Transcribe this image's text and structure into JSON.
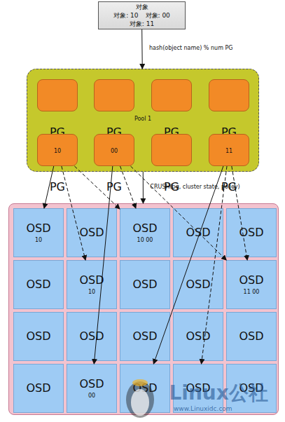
{
  "diagram": {
    "nodes": [
      {
        "text": [
          "对象",
          "对象: 10",
          "对象: 00",
          "对象: 11"
        ]
      },
      {
        "text": [
          "Pool 1"
        ]
      },
      {
        "text": [
          "PG"
        ],
        "in": 1
      },
      {
        "text": [
          "PG"
        ],
        "in": 1
      },
      {
        "text": [
          "PG"
        ],
        "in": 1
      },
      {
        "text": [
          "PG"
        ],
        "in": 1
      },
      {
        "text": [
          "PG",
          "10"
        ],
        "in": 1
      },
      {
        "text": [
          "PG",
          "00"
        ],
        "in": 1
      },
      {
        "text": [
          "PG"
        ],
        "in": 1
      },
      {
        "text": [
          "PG",
          "11"
        ],
        "in": 1
      },
      {
        "text": []
      },
      {
        "text": [
          "OSD",
          "10"
        ],
        "in": 10
      },
      {
        "text": [
          "OSD"
        ],
        "in": 10
      },
      {
        "text": [
          "OSD",
          "10 00"
        ],
        "in": 10
      },
      {
        "text": [
          "OSD"
        ],
        "in": 10
      },
      {
        "text": [
          "OSD"
        ],
        "in": 10
      },
      {
        "text": [
          "OSD"
        ],
        "in": 10
      },
      {
        "text": [
          "OSD",
          "10"
        ],
        "in": 10
      },
      {
        "text": [
          "OSD"
        ],
        "in": 10
      },
      {
        "text": [
          "OSD"
        ],
        "in": 10
      },
      {
        "text": [
          "OSD",
          "11 00"
        ],
        "in": 10
      },
      {
        "text": [
          "OSD"
        ],
        "in": 10
      },
      {
        "text": [
          "OSD"
        ],
        "in": 10
      },
      {
        "text": [
          "OSD"
        ],
        "in": 10
      },
      {
        "text": [
          "OSD"
        ],
        "in": 10
      },
      {
        "text": [
          "OSD"
        ],
        "in": 10
      },
      {
        "text": [
          "OSD"
        ],
        "in": 10
      },
      {
        "text": [
          "OSD",
          "00"
        ],
        "in": 10
      },
      {
        "text": [
          "OSD"
        ],
        "in": 10
      },
      {
        "text": [
          "OSD"
        ],
        "in": 10
      },
      {
        "text": [
          "OSD"
        ],
        "in": 10
      }
    ],
    "edges": [
      {
        "from": 0,
        "to": 1,
        "arrow": "to",
        "label": "hash(object name) % num PG"
      },
      {
        "from": 1,
        "to": 10,
        "arrow": "to",
        "label": "CRUSH(pg, cluster state, policy)"
      },
      {
        "from": 6,
        "to": 11,
        "arrow": "to"
      },
      {
        "from": 6,
        "to": 17,
        "arrow": "to"
      },
      {
        "from": 6,
        "to": 13,
        "arrow": "to"
      },
      {
        "from": 7,
        "to": 27,
        "arrow": "to"
      },
      {
        "from": 7,
        "to": 13,
        "arrow": "to"
      },
      {
        "from": 7,
        "to": 20,
        "arrow": "to"
      },
      {
        "from": 9,
        "to": 28,
        "arrow": "to"
      },
      {
        "from": 9,
        "to": 20,
        "arrow": "to"
      },
      {
        "from": 9,
        "to": 29,
        "arrow": "to"
      }
    ],
    "labels": [
      "Linux公社",
      "www.Linuxidc.com"
    ]
  }
}
